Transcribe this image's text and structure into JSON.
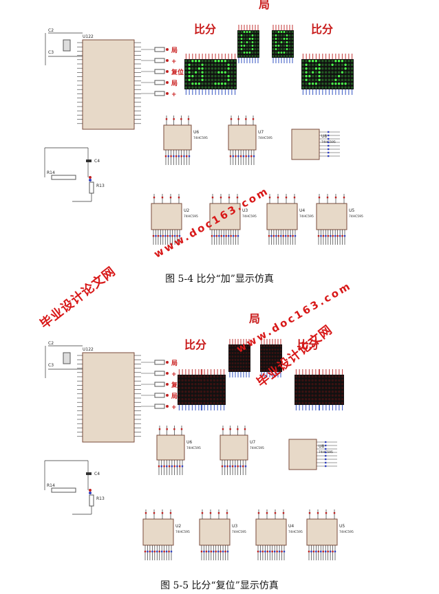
{
  "figures": [
    {
      "id": "fig-5-4",
      "caption": "图 5-4  比分“加”显示仿真",
      "labels": {
        "ju": "局",
        "bifen_left": "比分",
        "bifen_right": "比分",
        "chip_main": "U122"
      },
      "side_buttons": [
        "局",
        "+",
        "复位",
        "局",
        "+"
      ],
      "score_digits": [
        "0",
        "3",
        "0",
        "0",
        "0",
        "2"
      ],
      "chips": [
        "U6",
        "U7",
        "U8",
        "U2",
        "U3",
        "U4",
        "U5"
      ],
      "passives": [
        "C2",
        "C3",
        "C4",
        "R14",
        "R13"
      ]
    },
    {
      "id": "fig-5-5",
      "caption": "图 5-5  比分“复位”显示仿真",
      "labels": {
        "ju": "局",
        "bifen_left": "比分",
        "bifen_right": "比分",
        "chip_main": "U122"
      },
      "side_buttons": [
        "局",
        "+",
        "复位",
        "局",
        "+"
      ],
      "score_digits": [],
      "chips": [
        "U6",
        "U7",
        "U8",
        "U2",
        "U3",
        "U4",
        "U5"
      ],
      "passives": [
        "C2",
        "C3",
        "C4",
        "R14",
        "R13"
      ]
    }
  ],
  "watermarks": [
    {
      "text": "毕业设计论文网"
    },
    {
      "text": "www.doc163.com"
    },
    {
      "text": "毕业设计论文网"
    },
    {
      "text": "www.doc163.com"
    }
  ]
}
